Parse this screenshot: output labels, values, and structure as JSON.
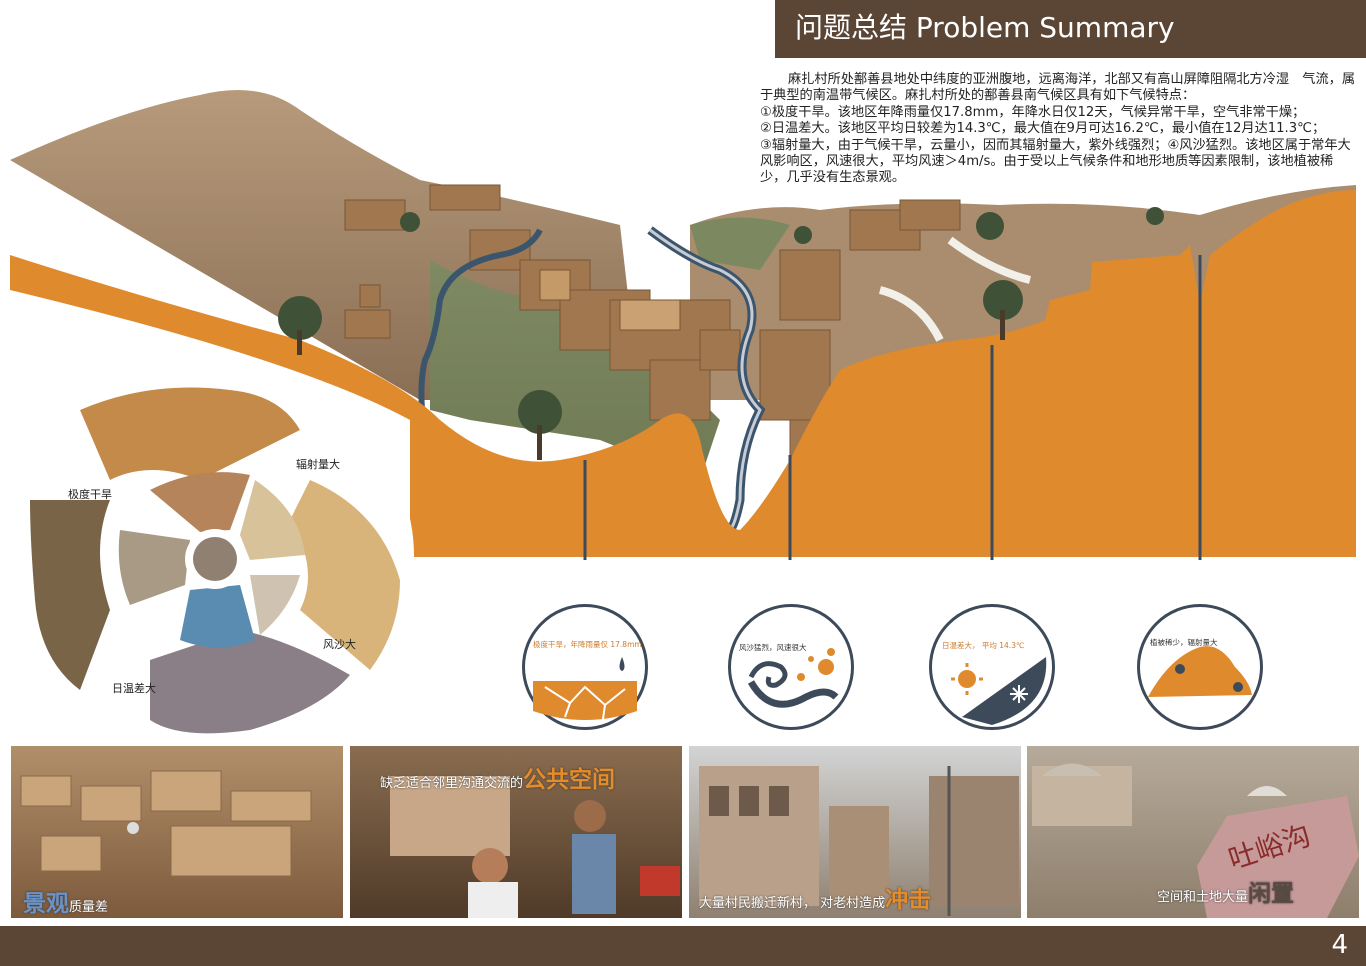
{
  "header": {
    "title": "问题总结  Problem Summary"
  },
  "intro": {
    "paragraph": "麻扎村所处鄯善县地处中纬度的亚洲腹地，远离海洋，北部又有高山屏障阻隔北方冷湿　气流，属于典型的南温带气候区。麻扎村所处的鄯善县南气候区具有如下气候特点：",
    "point1": "①极度干旱。该地区年降雨量仅17.8mm，年降水日仅12天，气候异常干旱，空气非常干燥；",
    "point2": "②日温差大。该地区平均日较差为14.3℃，最大值在9月可达16.2℃，最小值在12月达11.3℃；",
    "point3": "③辐射量大，由于气候干旱，云量小，因而其辐射量大，紫外线强烈；④风沙猛烈。该地区属于常年大风影响区，风速很大，平均风速＞4m/s。由于受以上气候条件和地形地质等因素限制，该地植被稀少，几乎没有生态景观。"
  },
  "wheel": {
    "labels": {
      "radiation": "辐射量大",
      "drought": "极度干旱",
      "sand": "风沙大",
      "temp": "日温差大"
    }
  },
  "icons": [
    {
      "text": "极度干旱，年降雨量仅 17.8mm"
    },
    {
      "text": "风沙猛烈，风速很大"
    },
    {
      "text": "日温差大， 平均 14.3℃"
    },
    {
      "text": "植被稀少，辐射量大"
    }
  ],
  "photos": [
    {
      "big": "景观",
      "small": "质量差"
    },
    {
      "small": "缺乏适合邻里沟通交流的",
      "big": "公共空间"
    },
    {
      "small": "大量村民搬迁新村，  对老村造成",
      "big": "冲击"
    },
    {
      "small": "空间和土地大量",
      "big": "闲置"
    }
  ],
  "sign_text": "吐峪沟",
  "footer": {
    "page": "4"
  },
  "colors": {
    "brown": "#5b4636",
    "orange": "#e08a2e",
    "navy": "#3d4a5a"
  }
}
